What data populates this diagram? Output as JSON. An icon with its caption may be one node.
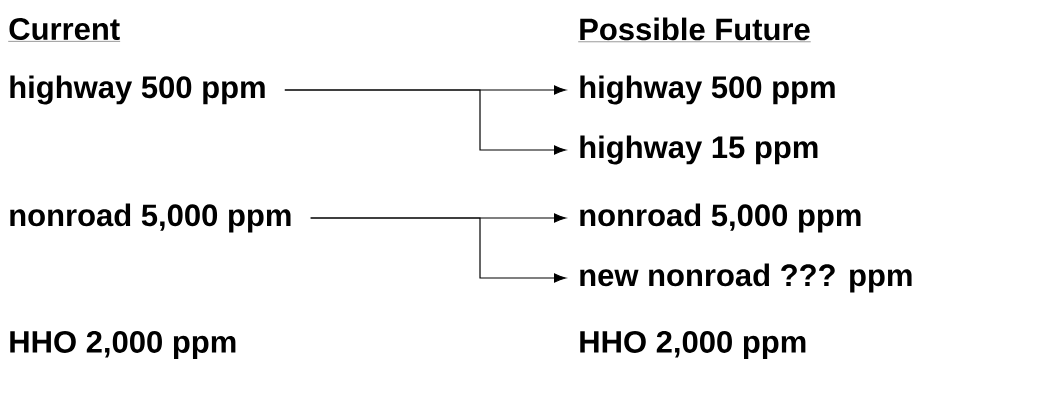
{
  "diagram": {
    "nodes": [
      {
        "text": [
          "highway 500 ppm"
        ]
      },
      {
        "text": [
          "highway 500 ppm"
        ]
      },
      {
        "text": [
          "highway 15 ppm"
        ]
      },
      {
        "text": [
          "nonroad 5,000 ppm"
        ]
      },
      {
        "text": [
          "nonroad 5,000 ppm"
        ]
      },
      {
        "text": [
          "new nonroad ??? ppm"
        ]
      },
      {
        "text": [
          "HHO 2,000 ppm"
        ]
      },
      {
        "text": [
          "HHO 2,000 ppm"
        ]
      }
    ],
    "edges": [
      {
        "from": 0,
        "to": 1,
        "arrow": "to"
      },
      {
        "from": 0,
        "to": 2,
        "arrow": "to"
      },
      {
        "from": 3,
        "to": 4,
        "arrow": "to"
      },
      {
        "from": 3,
        "to": 5,
        "arrow": "to"
      }
    ],
    "labels": [
      "Current",
      "Possible Future"
    ]
  }
}
